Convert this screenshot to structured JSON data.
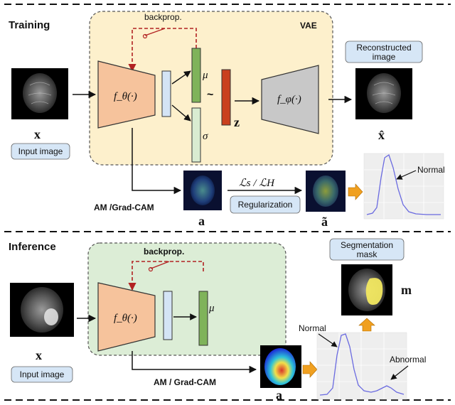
{
  "sections": {
    "training": "Training",
    "inference": "Inference"
  },
  "training": {
    "vae_label": "VAE",
    "backprop_label": "backprop.",
    "encoder_label": "f_θ(·)",
    "decoder_label": "f_φ(·)",
    "mu_label": "μ",
    "sigma_label": "σ",
    "tilde_label": "~",
    "z_label": "z",
    "input_symbol": "x",
    "input_pill": "Input image",
    "recon_symbol": "x̂",
    "recon_pill_line1": "Reconstructed",
    "recon_pill_line2": "image",
    "am_label": "AM /Grad-CAM",
    "a_symbol": "a",
    "loss_label": "ℒs / ℒH",
    "reg_pill": "Regularization",
    "a_tilde_symbol": "ã",
    "normal_label": "Normal"
  },
  "inference": {
    "backprop_label": "backprop.",
    "encoder_label": "f_θ(·)",
    "mu_label": "μ",
    "input_symbol": "x",
    "input_pill": "Input image",
    "am_label": "AM / Grad-CAM",
    "a_symbol": "a",
    "seg_pill_line1": "Segmentation",
    "seg_pill_line2": "mask",
    "m_symbol": "m",
    "normal_label": "Normal",
    "abnormal_label": "Abnormal"
  },
  "colors": {
    "vae_box": "#fdf0cc",
    "inference_box": "#dcedd6",
    "encoder": "#f6c39c",
    "decoder": "#c8c8c8",
    "mu_bar": "#7fb35a",
    "sigma_bar": "#d9ecd1",
    "z_bar": "#c9401e",
    "latent_bar": "#d4e4f5",
    "pill": "#d6e6f6",
    "backprop": "#b22222",
    "orange_arrow": "#f0a020",
    "plot_line": "#6a6ae0"
  }
}
